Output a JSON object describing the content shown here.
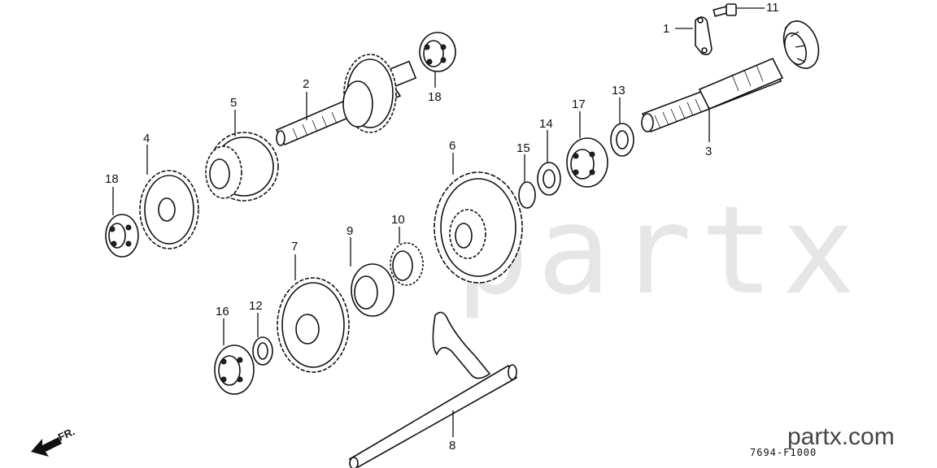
{
  "watermark": "partx",
  "brand": "partx.com",
  "diagram_code": "7694-F1000",
  "front_indicator": "FR.",
  "callouts": [
    {
      "id": "c1",
      "label": "1"
    },
    {
      "id": "c2",
      "label": "2"
    },
    {
      "id": "c3",
      "label": "3"
    },
    {
      "id": "c4",
      "label": "4"
    },
    {
      "id": "c5",
      "label": "5"
    },
    {
      "id": "c6",
      "label": "6"
    },
    {
      "id": "c7",
      "label": "7"
    },
    {
      "id": "c8",
      "label": "8"
    },
    {
      "id": "c9",
      "label": "9"
    },
    {
      "id": "c10",
      "label": "10"
    },
    {
      "id": "c11",
      "label": "11"
    },
    {
      "id": "c12",
      "label": "12"
    },
    {
      "id": "c13",
      "label": "13"
    },
    {
      "id": "c14",
      "label": "14"
    },
    {
      "id": "c15",
      "label": "15"
    },
    {
      "id": "c16",
      "label": "16"
    },
    {
      "id": "c17",
      "label": "17"
    },
    {
      "id": "c18a",
      "label": "18"
    },
    {
      "id": "c18b",
      "label": "18"
    }
  ]
}
